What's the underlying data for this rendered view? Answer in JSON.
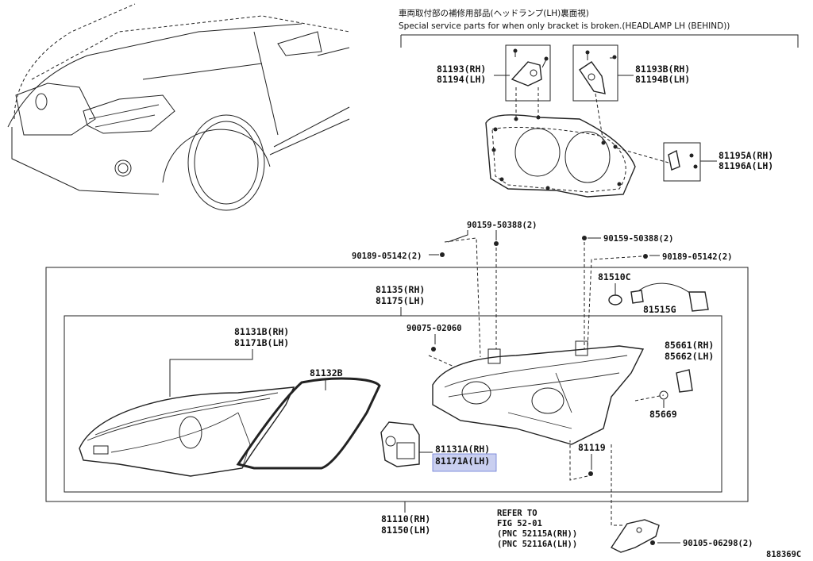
{
  "header": {
    "title_jp": "車両取付部の補修用部品(ヘッドランプ(LH)裏面視)",
    "title_en": "Special service parts for when only bracket is broken.(HEADLAMP LH (BEHIND))"
  },
  "labels": {
    "p81193": "81193(RH)",
    "p81194": "81194(LH)",
    "p81193b": "81193B(RH)",
    "p81194b": "81194B(LH)",
    "p81195a": "81195A(RH)",
    "p81196a": "81196A(LH)",
    "p90159_a": "90159-50388(2)",
    "p90159_b": "90159-50388(2)",
    "p90189_a": "90189-05142(2)",
    "p90189_b": "90189-05142(2)",
    "p81135": "81135(RH)",
    "p81175": "81175(LH)",
    "p81510c": "81510C",
    "p81515g": "81515G",
    "p81131b": "81131B(RH)",
    "p81171b": "81171B(LH)",
    "p90075": "90075-02060",
    "p81132b": "81132B",
    "p85661": "85661(RH)",
    "p85662": "85662(LH)",
    "p85669": "85669",
    "p81131a": "81131A(RH)",
    "p81171a": "81171A(LH)",
    "p81119": "81119",
    "p81110": "81110(RH)",
    "p81150": "81150(LH)",
    "refer1": "REFER TO",
    "refer2": "FIG 52-01",
    "refer3": "(PNC 52115A(RH))",
    "refer4": "(PNC 52116A(LH))",
    "p90105": "90105-06298(2)",
    "figure_id": "818369C"
  },
  "highlight_color": "#c9cff0"
}
